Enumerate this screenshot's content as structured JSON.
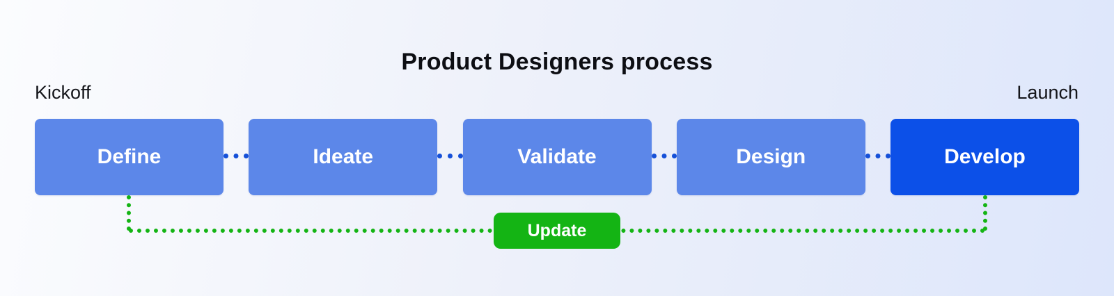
{
  "title": "Product Designers process",
  "milestones": {
    "start": "Kickoff",
    "end": "Launch"
  },
  "stages": [
    {
      "label": "Define",
      "highlighted": false
    },
    {
      "label": "Ideate",
      "highlighted": false
    },
    {
      "label": "Validate",
      "highlighted": false
    },
    {
      "label": "Design",
      "highlighted": false
    },
    {
      "label": "Develop",
      "highlighted": true
    }
  ],
  "feedback_loop": {
    "label": "Update"
  },
  "colors": {
    "background_start": "#fbfcfe",
    "background_end": "#dde6fb",
    "stage_blue": "#5c87e9",
    "stage_active_blue": "#0c50e8",
    "connector_blue": "#1550d8",
    "loop_green": "#14b414",
    "text_dark": "#0d0e13",
    "text_white": "#ffffff"
  }
}
